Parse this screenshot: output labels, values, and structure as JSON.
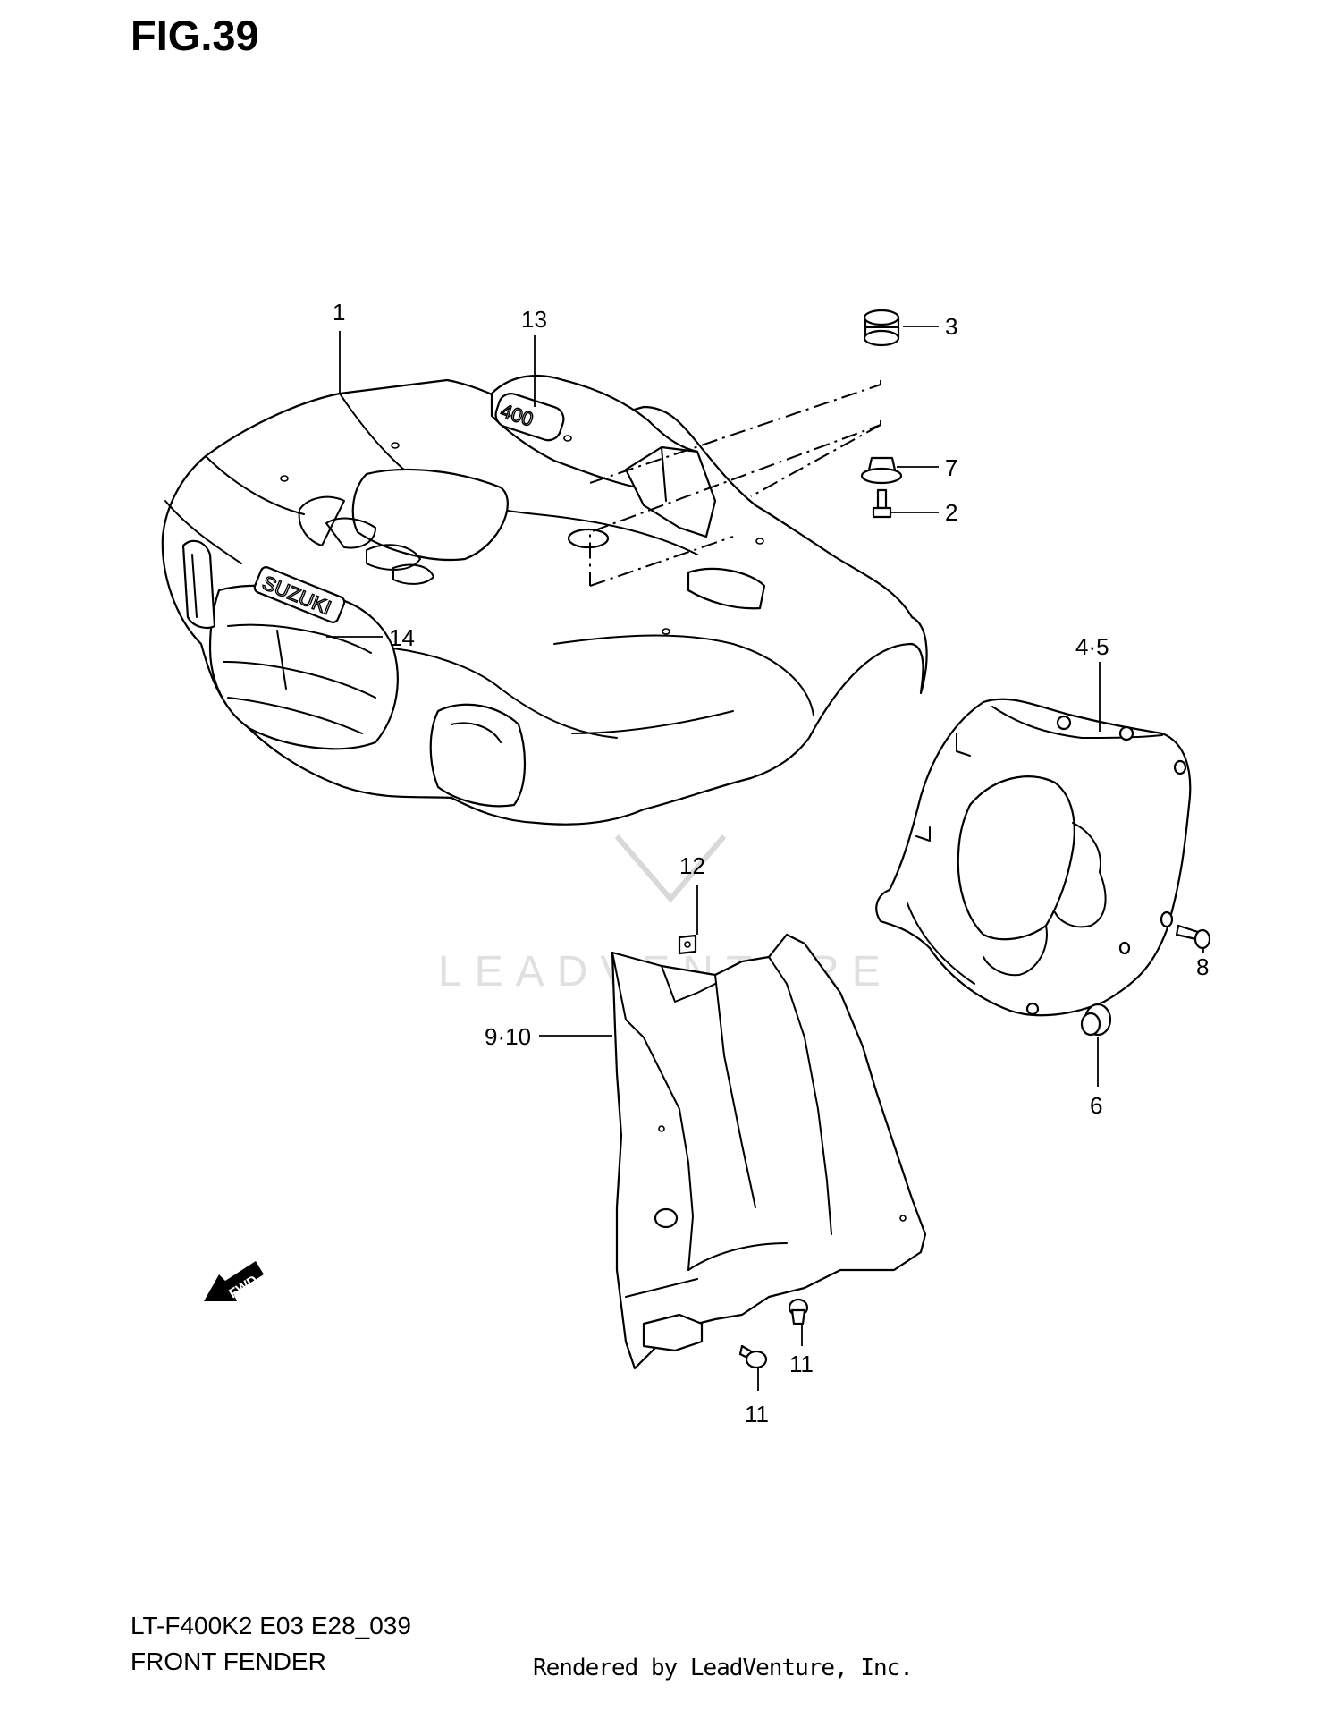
{
  "figure": {
    "title": "FIG.39",
    "model_code": "LT-F400K2 E03 E28_039",
    "section_name": "FRONT FENDER",
    "rendered_by": "Rendered by LeadVenture, Inc."
  },
  "watermark": {
    "text": "LEADVENTURE"
  },
  "embossed_text": {
    "brand": "SUZUKI",
    "badge": "400",
    "fwd": "FWD"
  },
  "callouts": [
    {
      "id": "c1",
      "label": "1"
    },
    {
      "id": "c2",
      "label": "2"
    },
    {
      "id": "c3",
      "label": "3"
    },
    {
      "id": "c45",
      "label": "4·5"
    },
    {
      "id": "c6",
      "label": "6"
    },
    {
      "id": "c7",
      "label": "7"
    },
    {
      "id": "c8",
      "label": "8"
    },
    {
      "id": "c910",
      "label": "9·10"
    },
    {
      "id": "c11a",
      "label": "11"
    },
    {
      "id": "c11b",
      "label": "11"
    },
    {
      "id": "c12",
      "label": "12"
    },
    {
      "id": "c13",
      "label": "13"
    },
    {
      "id": "c14",
      "label": "14"
    }
  ]
}
